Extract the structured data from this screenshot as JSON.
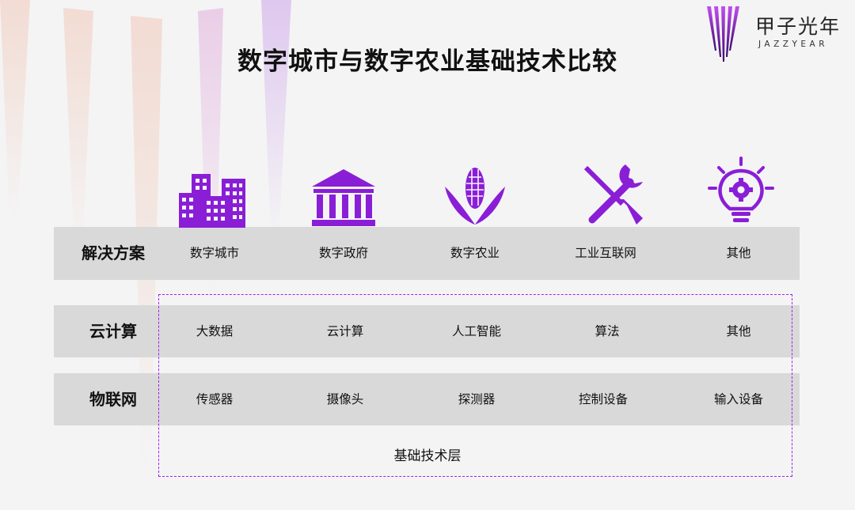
{
  "title": "数字城市与数字农业基础技术比较",
  "logo": {
    "cn": "甲子光年",
    "en": "JAZZYEAR"
  },
  "colors": {
    "accent": "#8a1ed6",
    "row_bg": "#d9d9d9",
    "dash": "#a020f0"
  },
  "icons": [
    "city-buildings-icon",
    "government-building-icon",
    "corn-icon",
    "wrench-screwdriver-icon",
    "lightbulb-gear-icon"
  ],
  "rows": [
    {
      "label": "解决方案",
      "cells": [
        "数字城市",
        "数字政府",
        "数字农业",
        "工业互联网",
        "其他"
      ]
    },
    {
      "label": "云计算",
      "cells": [
        "大数据",
        "云计算",
        "人工智能",
        "算法",
        "其他"
      ]
    },
    {
      "label": "物联网",
      "cells": [
        "传感器",
        "摄像头",
        "探测器",
        "控制设备",
        "输入设备"
      ]
    }
  ],
  "base_layer_label": "基础技术层"
}
